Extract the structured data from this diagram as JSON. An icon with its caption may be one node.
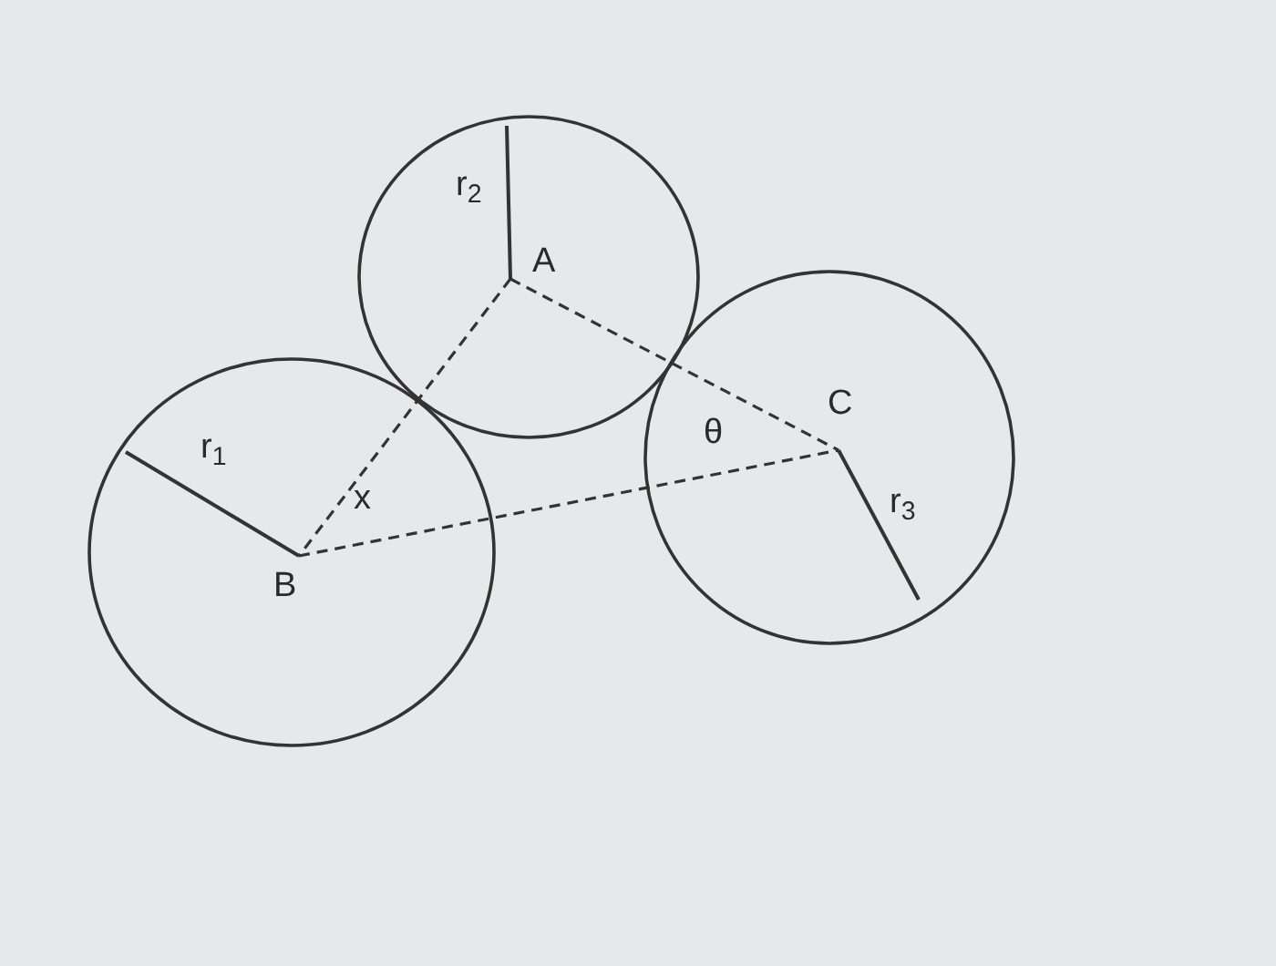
{
  "diagram": {
    "labels": [
      "r$_{2}$",
      "A",
      "r$_{1}$",
      "θ",
      "C",
      "x",
      "B",
      "r$_{3}$"
    ]
  }
}
